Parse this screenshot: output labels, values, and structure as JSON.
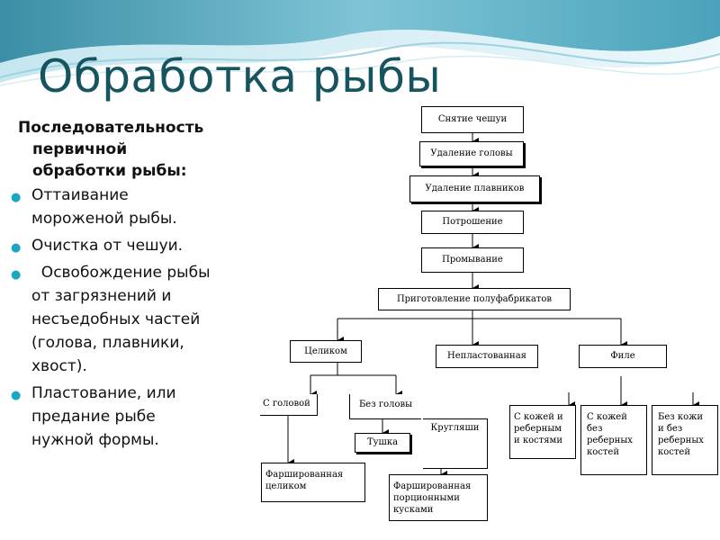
{
  "slide": {
    "title": "Обработка рыбы",
    "heading_lines": [
      "Последовательность",
      "первичной",
      "обработки рыбы:"
    ],
    "bullets": [
      {
        "lines": [
          "Оттаивание",
          "мороженой рыбы."
        ]
      },
      {
        "lines": [
          "Очистка от чешуи."
        ]
      },
      {
        "lines": [
          "  Освобождение рыбы",
          "от загрязнений и",
          "несъедобных частей",
          "(голова, плавники,",
          "хвост)."
        ]
      },
      {
        "lines": [
          "Пластование, или",
          "предание рыбе",
          "нужной формы."
        ]
      }
    ],
    "bullet_glyph": "●",
    "accent_color": "#1aa6c5",
    "title_color": "#16545f"
  },
  "flowchart": {
    "steps": [
      "Снятие чешуи",
      "Удаление головы",
      "Удаление плавников",
      "Потрошение",
      "Промывание",
      "Приготовление полуфабрикатов"
    ],
    "branches": {
      "whole": "Целиком",
      "unsliced": "Непластованная",
      "fillet": "Филе"
    },
    "whole_children": {
      "with_head": "С головой",
      "without_head": "Без головы"
    },
    "headless_children": {
      "carcass": "Тушка",
      "rounds": "Кругляши"
    },
    "stuffed_whole": [
      "Фаршированная",
      "целиком"
    ],
    "stuffed_portions": [
      "Фаршированная",
      "порционными",
      "кусками"
    ],
    "fillet_types": [
      [
        "С кожей и",
        "реберным",
        "и костями"
      ],
      [
        "С кожей",
        "без",
        "реберных",
        "костей"
      ],
      [
        "Без кожи",
        "и без",
        "реберных",
        "костей"
      ]
    ]
  }
}
